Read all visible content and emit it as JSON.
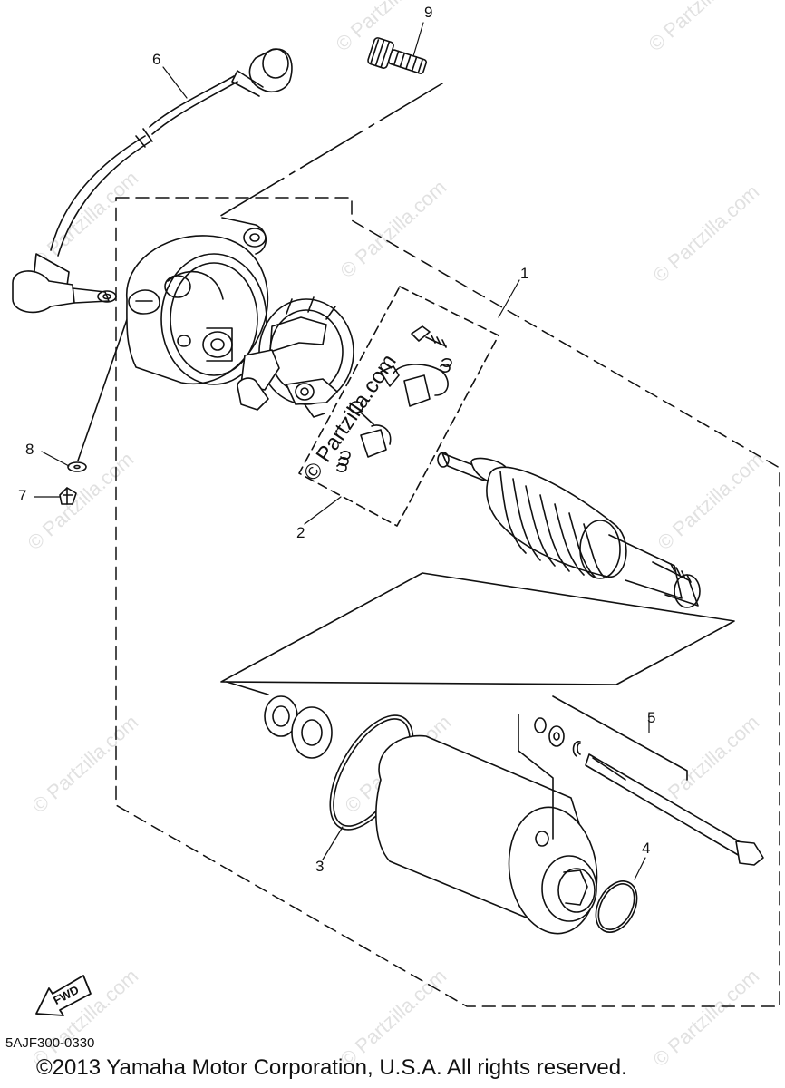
{
  "watermark": {
    "text": "© Partzilla.com"
  },
  "callouts": {
    "c1": "1",
    "c2": "2",
    "c3": "3",
    "c4": "4",
    "c5": "5",
    "c6": "6",
    "c7": "7",
    "c8": "8",
    "c9": "9"
  },
  "fwd_label": "FWD",
  "diagram_code": "5AJF300-0330",
  "copyright": "©2013  Yamaha Motor Corporation, U.S.A. All rights reserved."
}
